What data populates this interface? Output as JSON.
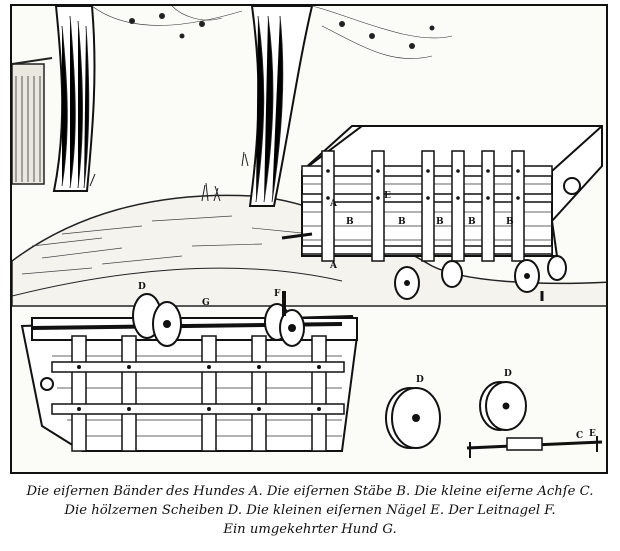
{
  "illustration": {
    "letter_a": "A",
    "letter_b": "B",
    "letter_c": "C",
    "letter_d": "D",
    "letter_e": "E",
    "letter_f": "F",
    "letter_g": "G"
  },
  "caption": {
    "line1": "Die eiſernen Bänder des Hundes A.    Die eiſernen Stäbe B.    Die kleine eiſerne Achſe C.",
    "line2": "Die hölzernen Scheiben D.    Die kleinen eiſernen Nägel E.    Der Leitnagel F.",
    "line3": "Ein umgekehrter Hund G."
  }
}
